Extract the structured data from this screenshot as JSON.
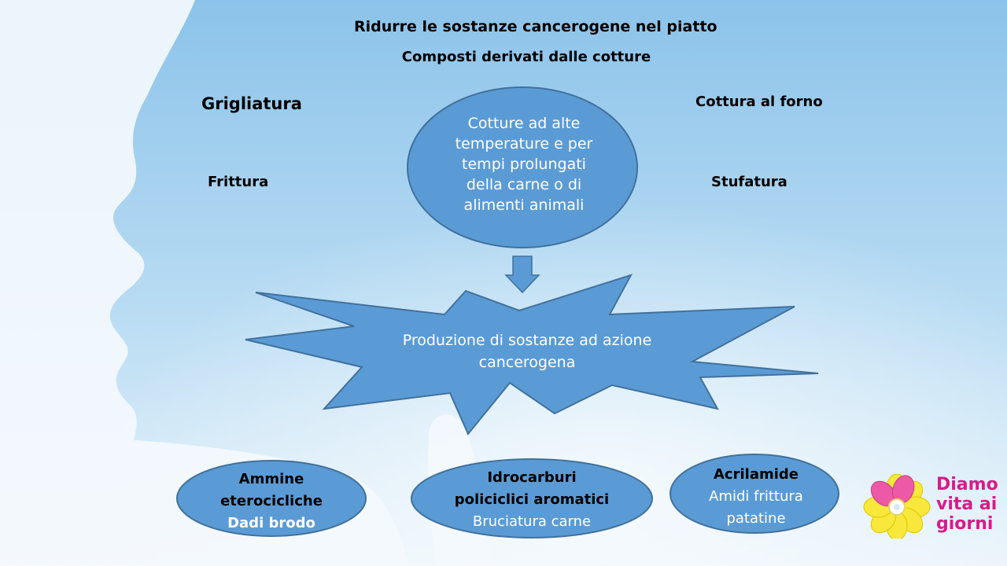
{
  "title": "Ridurre le sostanze cancerogene nel piatto",
  "subtitle": "Composti derivati dalle cotture",
  "methods": [
    "Grigliatura",
    "Cottura al forno",
    "Frittura",
    "Stufatura"
  ],
  "center": {
    "lines": [
      "Cotture ad alte",
      "temperature  e per",
      "tempi prolungati",
      "della carne o di",
      "alimenti animali"
    ]
  },
  "star": {
    "lines": [
      "Produzione di sostanze ad azione",
      "cancerogena"
    ]
  },
  "ovals": [
    {
      "heading": [
        "Ammine",
        "eterocicliche"
      ],
      "detail": [
        "Dadi brodo"
      ]
    },
    {
      "heading": [
        "Idrocarburi",
        "policiclici aromatici"
      ],
      "detail": [
        "Bruciatura carne"
      ]
    },
    {
      "heading": [
        "Acrilamide"
      ],
      "detail": [
        "Amidi frittura",
        "patatine"
      ]
    }
  ],
  "logo": {
    "lines": [
      "Diamo",
      "vita ai",
      "giorni"
    ]
  },
  "colors": {
    "shape_fill": "#5b9bd5",
    "shape_stroke": "#41719c",
    "sky_top": "#8ec4ea",
    "sky_bottom": "#e8f3fb",
    "logo_text": "#d81b8a"
  }
}
